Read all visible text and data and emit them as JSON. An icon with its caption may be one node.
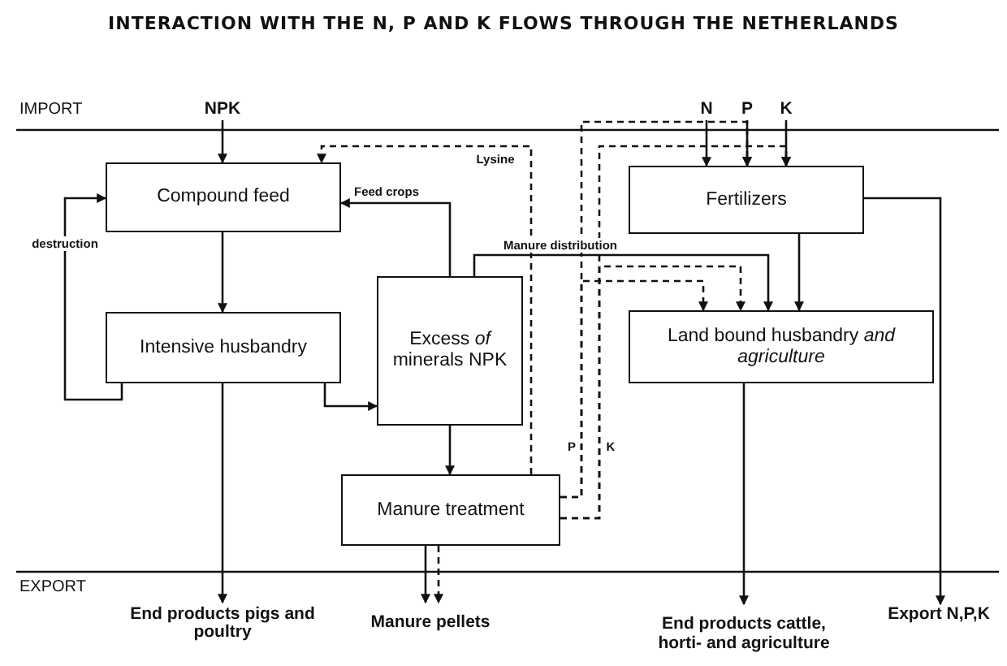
{
  "diagram": {
    "title": "INTERACTION WITH THE N, P AND K FLOWS THROUGH THE NETHERLANDS",
    "nodes": [
      {
        "text": [
          "Compound feed"
        ]
      },
      {
        "text": [
          "Intensive husbandry"
        ]
      },
      {
        "text": [
          "Excess *of* minerals NPK"
        ]
      },
      {
        "text": [
          "Manure treatment"
        ]
      },
      {
        "text": [
          "Fertilizers"
        ]
      },
      {
        "text": [
          "Land bound husbandry *and agriculture*"
        ]
      },
      {
        "text": [
          "NPK"
        ]
      },
      {
        "text": [
          "N"
        ]
      },
      {
        "text": [
          "P"
        ]
      },
      {
        "text": [
          "K"
        ]
      },
      {
        "text": [
          "End products pigs and poultry"
        ]
      },
      {
        "text": [
          "Manure pellets"
        ]
      },
      {
        "text": [
          "End products cattle, horti- and agriculture"
        ]
      },
      {
        "text": [
          "Export N,P,K"
        ]
      }
    ],
    "edges": [
      {
        "from": 6,
        "to": 0,
        "arrow": "to"
      },
      {
        "from": 0,
        "to": 1,
        "arrow": "to"
      },
      {
        "from": 1,
        "to": 0,
        "arrow": "to",
        "label": "destruction"
      },
      {
        "from": 1,
        "to": 2,
        "arrow": "to"
      },
      {
        "from": 1,
        "to": 10,
        "arrow": "to"
      },
      {
        "from": 2,
        "to": 0,
        "arrow": "to",
        "label": "Feed crops"
      },
      {
        "from": 2,
        "to": 3,
        "arrow": "to"
      },
      {
        "from": 2,
        "to": 5,
        "arrow": "to",
        "label": "Manure distribution"
      },
      {
        "from": 3,
        "to": 11,
        "arrow": "to"
      },
      {
        "from": 3,
        "to": 11,
        "arrow": "to",
        "style": "dashed"
      },
      {
        "from": 3,
        "to": 0,
        "arrow": "to",
        "label": "Lysine",
        "style": "dashed"
      },
      {
        "from": 3,
        "to": 4,
        "arrow": "to",
        "label": "P",
        "style": "dashed"
      },
      {
        "from": 3,
        "to": 5,
        "arrow": "to",
        "style": "dashed"
      },
      {
        "from": 3,
        "to": 4,
        "arrow": "to",
        "label": "K",
        "style": "dashed"
      },
      {
        "from": 3,
        "to": 5,
        "arrow": "to",
        "style": "dashed"
      },
      {
        "from": 7,
        "to": 4,
        "arrow": "to"
      },
      {
        "from": 8,
        "to": 4,
        "arrow": "to"
      },
      {
        "from": 9,
        "to": 4,
        "arrow": "to"
      },
      {
        "from": 4,
        "to": 5,
        "arrow": "to"
      },
      {
        "from": 4,
        "to": 13,
        "arrow": "to"
      },
      {
        "from": 5,
        "to": 12,
        "arrow": "to"
      }
    ],
    "labels": [
      "IMPORT",
      "EXPORT"
    ]
  }
}
